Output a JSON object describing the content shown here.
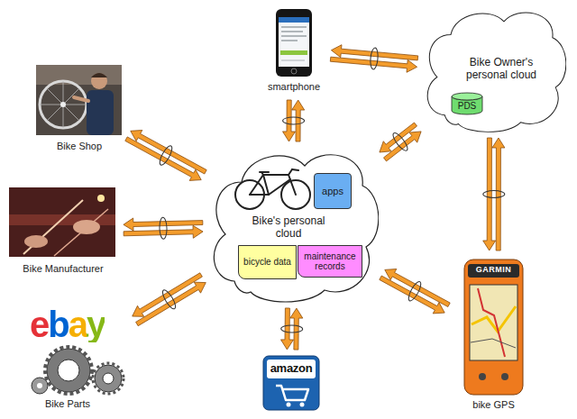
{
  "diagram": {
    "nodes": [
      {
        "text": [
          "smartphone"
        ]
      },
      {
        "text": [
          "Bike Owner's personal cloud"
        ]
      },
      {
        "text": [
          "PDS"
        ],
        "in": 1
      },
      {
        "text": [
          "Bike Shop"
        ]
      },
      {
        "text": [
          "Bike's personal cloud"
        ]
      },
      {
        "text": [
          "apps"
        ],
        "in": 4
      },
      {
        "text": [
          "bicycle data"
        ],
        "in": 4
      },
      {
        "text": [
          "maintenance records"
        ],
        "in": 4
      },
      {
        "text": [
          "Bike Manufacturer"
        ]
      },
      {
        "text": [
          "GARMIN",
          "bike GPS"
        ]
      },
      {
        "text": [
          "ebay",
          "Bike Parts"
        ]
      },
      {
        "text": [
          "amazon"
        ]
      }
    ],
    "edges": [
      {
        "from": 0,
        "to": 1,
        "arrow": "both"
      },
      {
        "from": 0,
        "to": 4,
        "arrow": "both"
      },
      {
        "from": 3,
        "to": 4,
        "arrow": "both"
      },
      {
        "from": 1,
        "to": 4,
        "arrow": "both"
      },
      {
        "from": 8,
        "to": 4,
        "arrow": "both"
      },
      {
        "from": 1,
        "to": 9,
        "arrow": "both"
      },
      {
        "from": 10,
        "to": 4,
        "arrow": "both"
      },
      {
        "from": 9,
        "to": 4,
        "arrow": "both"
      },
      {
        "from": 11,
        "to": 4,
        "arrow": "both"
      }
    ]
  }
}
